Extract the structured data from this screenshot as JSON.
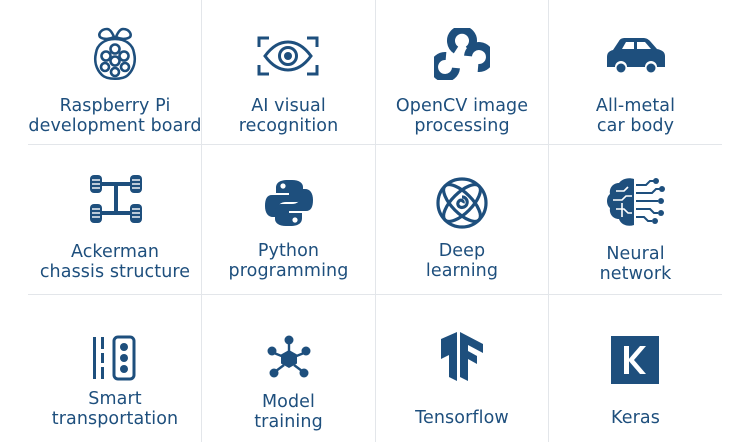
{
  "accent_color": "#1e4f7d",
  "features": [
    {
      "id": "raspberry-pi",
      "icon": "raspberry-icon",
      "lines": [
        "Raspberry Pi",
        "development board"
      ]
    },
    {
      "id": "ai-visual",
      "icon": "eye-icon",
      "lines": [
        "AI visual",
        "recognition"
      ]
    },
    {
      "id": "opencv",
      "icon": "opencv-icon",
      "lines": [
        "OpenCV image",
        "processing"
      ]
    },
    {
      "id": "car-body",
      "icon": "car-icon",
      "lines": [
        "All-metal",
        "car body"
      ]
    },
    {
      "id": "ackerman",
      "icon": "chassis-icon",
      "lines": [
        "Ackerman",
        "chassis structure"
      ]
    },
    {
      "id": "python",
      "icon": "python-icon",
      "lines": [
        "Python",
        "programming"
      ]
    },
    {
      "id": "deep-learning",
      "icon": "atom-icon",
      "lines": [
        "Deep",
        "learning"
      ]
    },
    {
      "id": "neural-network",
      "icon": "brain-icon",
      "lines": [
        "Neural",
        "network"
      ]
    },
    {
      "id": "smart-transport",
      "icon": "traffic-light-icon",
      "lines": [
        "Smart",
        "transportation"
      ]
    },
    {
      "id": "model-training",
      "icon": "hexagon-network-icon",
      "lines": [
        "Model",
        "training"
      ]
    },
    {
      "id": "tensorflow",
      "icon": "tensorflow-icon",
      "lines": [
        "Tensorflow"
      ]
    },
    {
      "id": "keras",
      "icon": "keras-icon",
      "lines": [
        "Keras"
      ]
    }
  ]
}
